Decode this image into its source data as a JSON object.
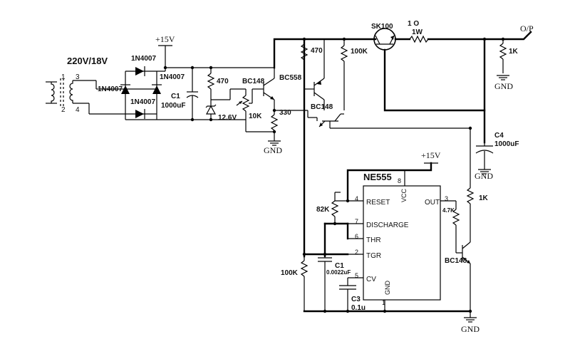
{
  "supply": {
    "transformer": "220V/18V",
    "plus15_top": "+15V",
    "plus15_ic": "+15V",
    "ground": "GND",
    "output": "O/P"
  },
  "transformer_pins": [
    "1",
    "2",
    "3",
    "4"
  ],
  "diodes": [
    "1N4007",
    "1N4007",
    "1N4007",
    "1N4007"
  ],
  "caps": {
    "c1_name": "C1",
    "c1_value": "1000uF",
    "c1t_name": "C1",
    "c1t_value": "0.0022uF",
    "c3_name": "C3",
    "c3_value": "0.1u",
    "c4_name": "C4",
    "c4_value": "1000uF"
  },
  "resistors": {
    "r470a": "470",
    "r470b": "470",
    "r100k_top": "100K",
    "r10k": "10K",
    "r330": "330",
    "r1_ohm": "1 O",
    "r1_watt": "1W",
    "r1k_out": "1K",
    "r1k_base": "1K",
    "r82k": "82K",
    "r100k_low": "100K",
    "r4_7k": "4.7K"
  },
  "zener": "12.6V",
  "transistors": {
    "q1": "BC148",
    "q2": "BC558",
    "q3": "BC148",
    "q4": "BC148",
    "scr": "SK100"
  },
  "ic": {
    "name": "NE555",
    "pin_names": {
      "reset": "RESET",
      "discharge": "DISCHARGE",
      "thr": "THR",
      "tgr": "TGR",
      "cv": "CV",
      "vcc": "VCC",
      "out": "OUT",
      "gnd": "GND"
    },
    "pin_numbers": {
      "p1": "1",
      "p2": "2",
      "p3": "3",
      "p4": "4",
      "p5": "5",
      "p6": "6",
      "p7": "7",
      "p8": "8"
    }
  }
}
